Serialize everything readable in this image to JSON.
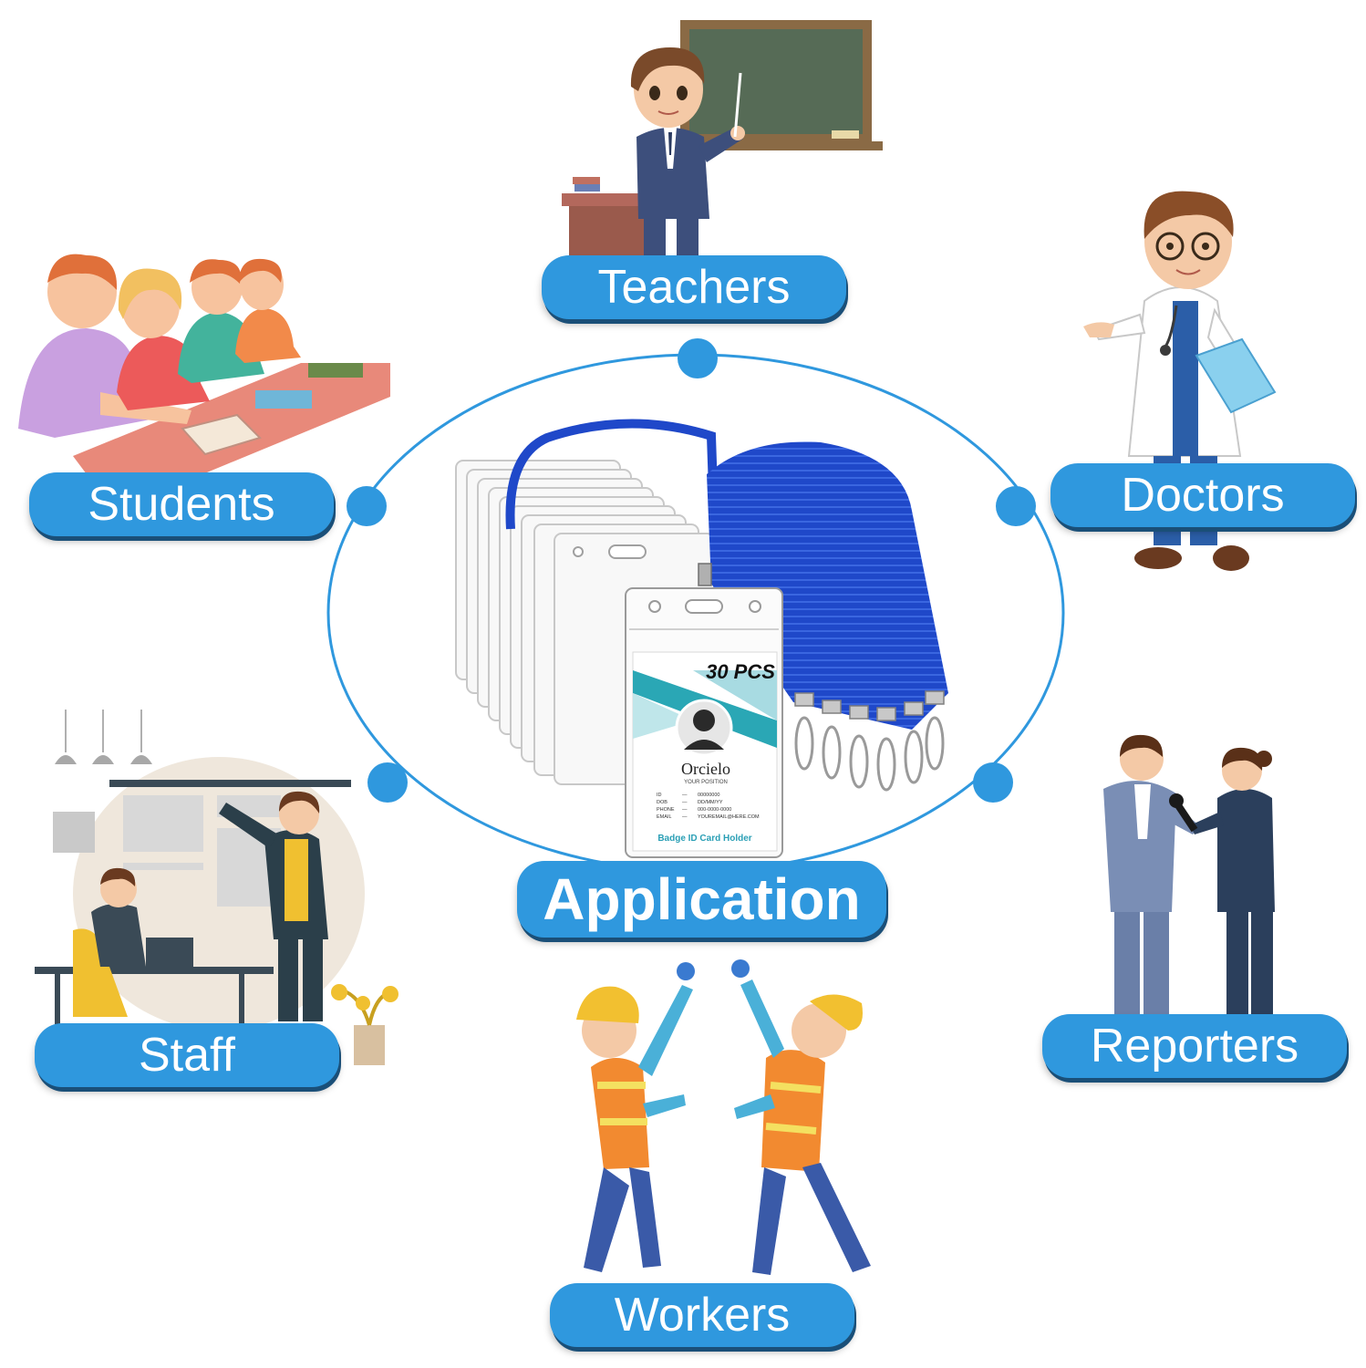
{
  "labels": {
    "teachers": "Teachers",
    "students": "Students",
    "doctors": "Doctors",
    "staff": "Staff",
    "reporters": "Reporters",
    "workers": "Workers",
    "application": "Application"
  },
  "product": {
    "count_badge": "30 PCS",
    "brand": "Orcielo",
    "position": "YOUR POSITION",
    "fields": [
      {
        "key": "ID",
        "value": "00000000"
      },
      {
        "key": "DOB",
        "value": "DD/MM/YY"
      },
      {
        "key": "PHONE",
        "value": "000-0000-0000"
      },
      {
        "key": "EMAIL",
        "value": "YOUREMAIL@HERE.COM"
      }
    ],
    "caption": "Badge ID Card Holder"
  },
  "colors": {
    "pill": "#2f98de",
    "ring": "#2f98de",
    "lanyard": "#1f48c9",
    "badge_teal": "#2aa7b5"
  },
  "icons": [
    "teacher-illustration",
    "students-illustration",
    "doctor-illustration",
    "staff-illustration",
    "reporters-illustration",
    "workers-illustration",
    "badge-holder-product"
  ]
}
